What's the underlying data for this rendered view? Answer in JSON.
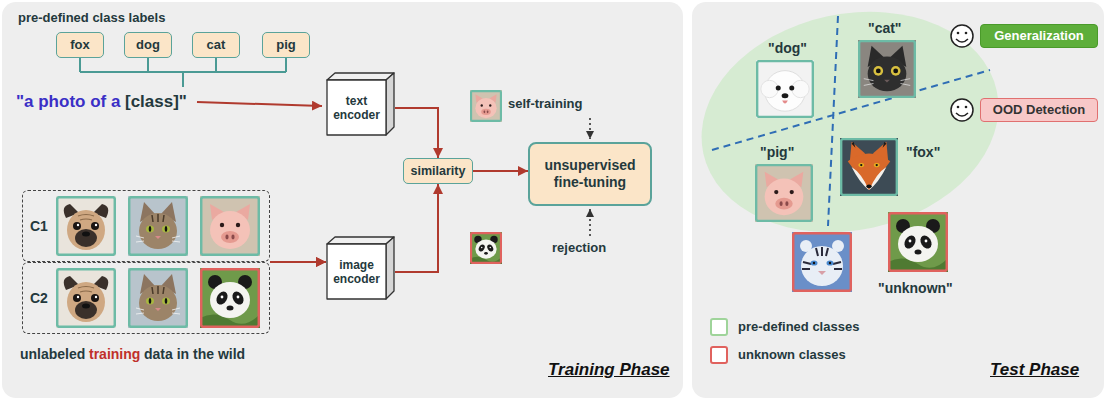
{
  "diagram": {
    "nodes": [
      {
        "text": [
          "fox"
        ]
      },
      {
        "text": [
          "dog"
        ]
      },
      {
        "text": [
          "cat"
        ]
      },
      {
        "text": [
          "pig"
        ]
      },
      {
        "text": [
          "text encoder"
        ]
      },
      {
        "text": [
          "similarity"
        ]
      },
      {
        "text": [
          "unsupervised fine-tuning"
        ]
      },
      {
        "text": [
          "C1"
        ]
      },
      {
        "text": [
          "C2"
        ]
      },
      {
        "text": [
          "image encoder"
        ]
      },
      {
        "text": [
          "Generalization"
        ]
      },
      {
        "text": [
          "OOD Detection"
        ]
      }
    ],
    "edges": [
      {
        "from": 4,
        "to": 5,
        "arrow": "to"
      },
      {
        "from": 9,
        "to": 5,
        "arrow": "to"
      },
      {
        "from": 5,
        "to": 6,
        "arrow": "to"
      },
      {
        "from": 7,
        "to": 9,
        "arrow": "to"
      },
      {
        "from": 8,
        "to": 9,
        "arrow": "to"
      }
    ],
    "labels": [
      "pre-defined class labels",
      "\"a photo of a",
      "[class]\"",
      "self-training",
      "rejection",
      "unlabeled",
      "training",
      "data in the wild",
      "Training Phase",
      "\"dog\"",
      "\"cat\"",
      "\"pig\"",
      "\"fox\"",
      "\"unknown\"",
      "Test Phase"
    ],
    "legend": [
      {
        "text": "pre-defined classes",
        "color": "#9fd49a"
      },
      {
        "text": "unknown classes",
        "color": "#e0625e"
      }
    ]
  }
}
